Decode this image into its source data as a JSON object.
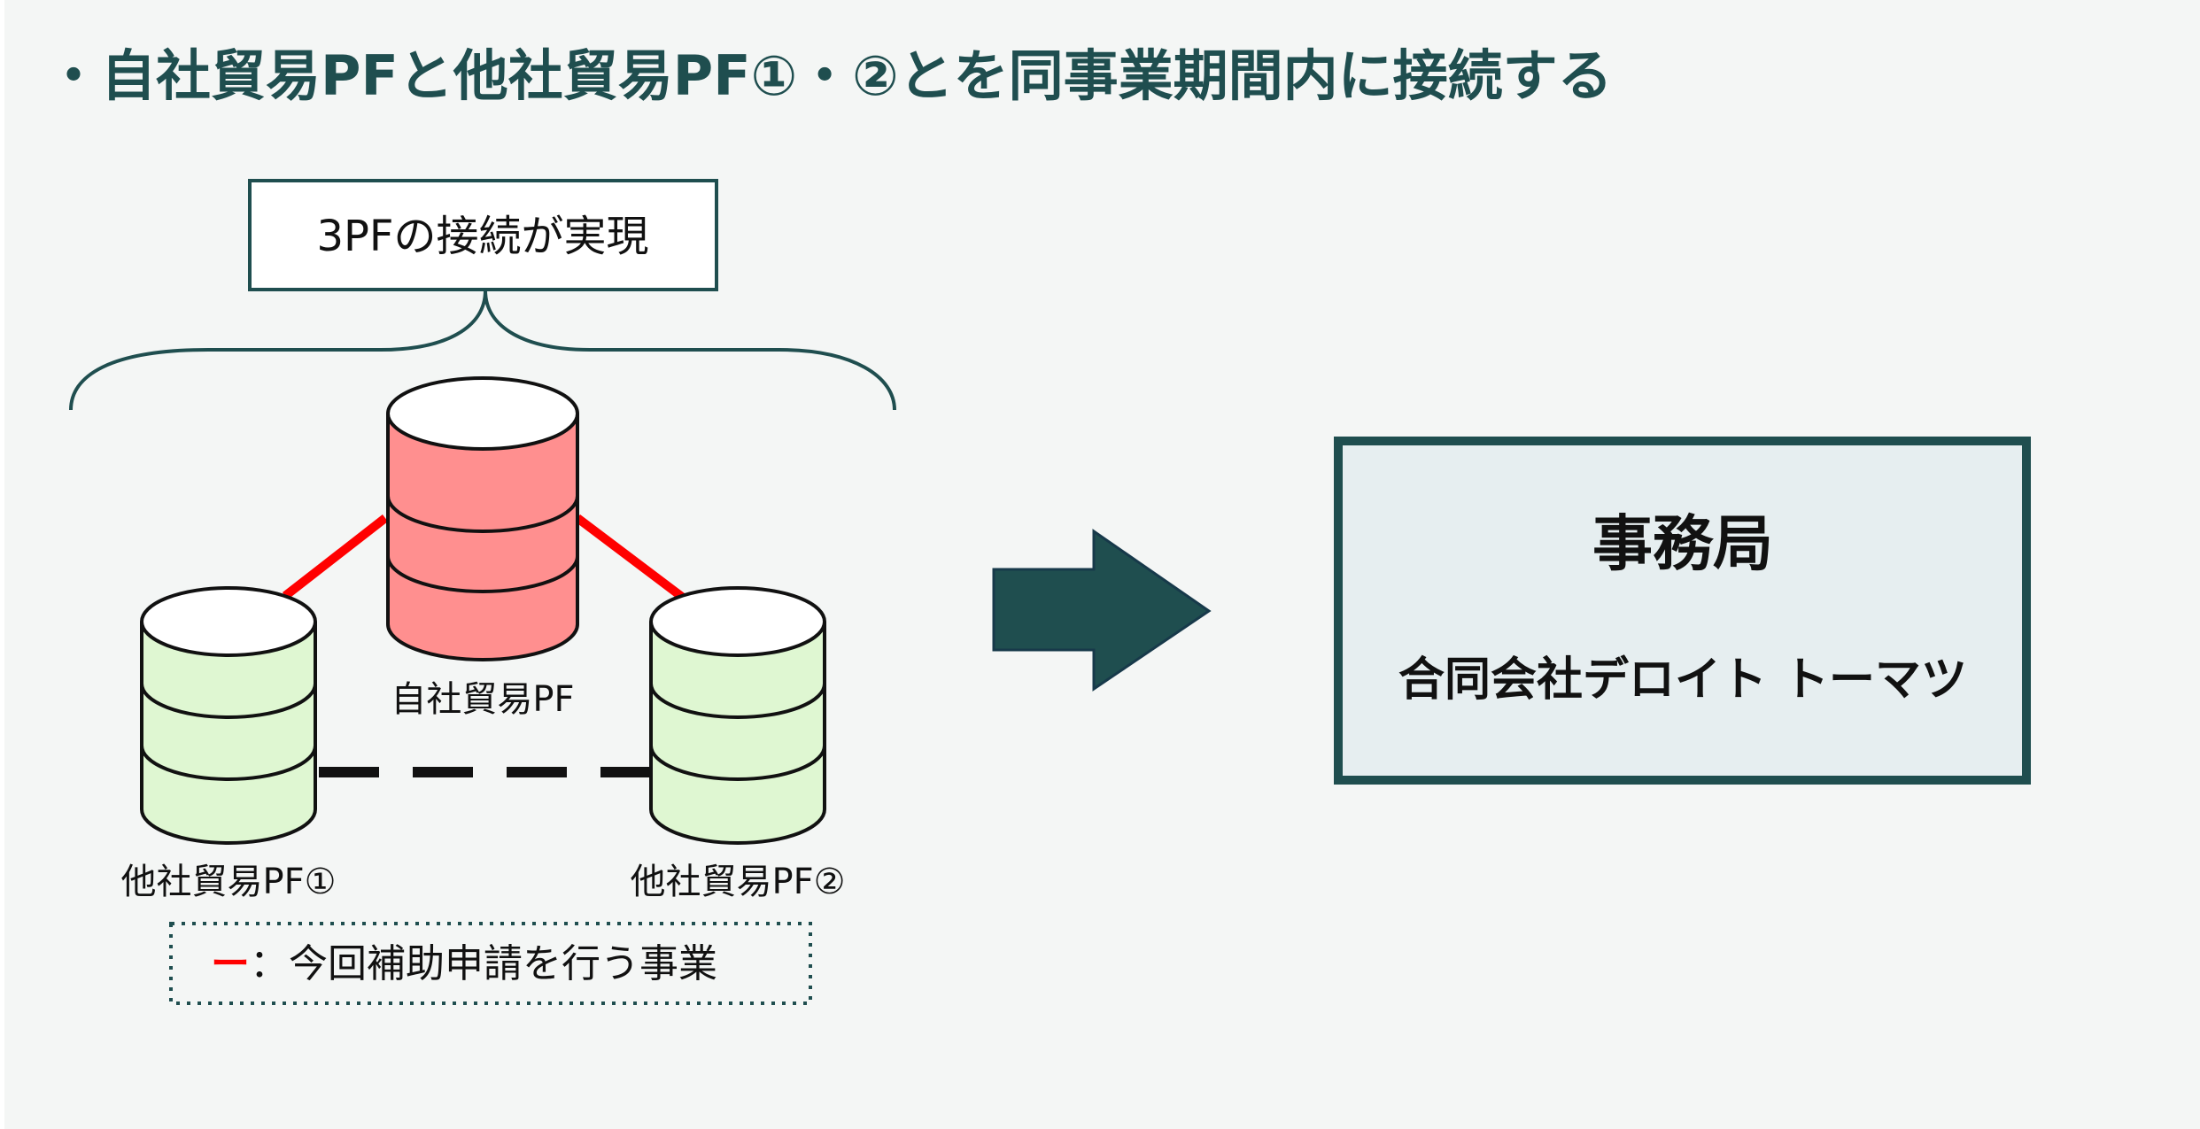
{
  "title": "・自社貿易PFと他社貿易PF①・②とを同事業期間内に接続する",
  "callout": {
    "label": "3PFの接続が実現"
  },
  "platforms": {
    "own": {
      "label": "自社貿易PF"
    },
    "other1": {
      "label": "他社貿易PF①"
    },
    "other2": {
      "label": "他社貿易PF②"
    }
  },
  "legend": {
    "dash": "ー",
    "text": "：今回補助申請を行う事業"
  },
  "secretariat": {
    "title": "事務局",
    "name": "合同会社デロイト トーマツ"
  },
  "colors": {
    "theme": "#1f4e4f",
    "own_db_fill": "#ff8f8f",
    "other_db_fill": "#dff7d2",
    "red_line": "#ff0000",
    "legend_dash": "#ff0000",
    "box_fill": "#e6eef0",
    "background": "#f4f6f5"
  }
}
